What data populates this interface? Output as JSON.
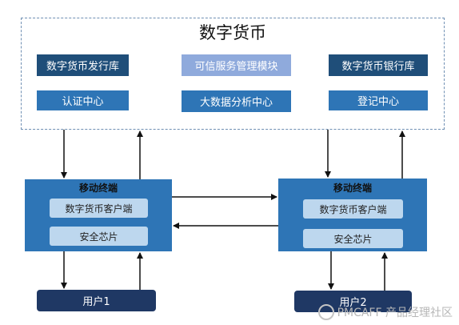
{
  "system": {
    "title": "数字货币",
    "modules": {
      "issuance_db": "数字货币发行库",
      "trusted_service": "可信服务管理模块",
      "bank_db": "数字货币银行库",
      "auth_center": "认证中心",
      "big_data": "大数据分析中心",
      "registry_center": "登记中心"
    }
  },
  "terminals": [
    {
      "title": "移动终端",
      "client": "数字货币客户端",
      "chip": "安全芯片"
    },
    {
      "title": "移动终端",
      "client": "数字货币客户端",
      "chip": "安全芯片"
    }
  ],
  "users": [
    "用户1",
    "用户2"
  ],
  "watermark": {
    "text": "PMCAFF 产品经理社区"
  },
  "colors": {
    "dark_module": "#1f4e79",
    "mid_module": "#2e75b6",
    "light_module": "#8faadc",
    "chip_fill": "#bdd7ee",
    "user_fill": "#1f3864"
  }
}
